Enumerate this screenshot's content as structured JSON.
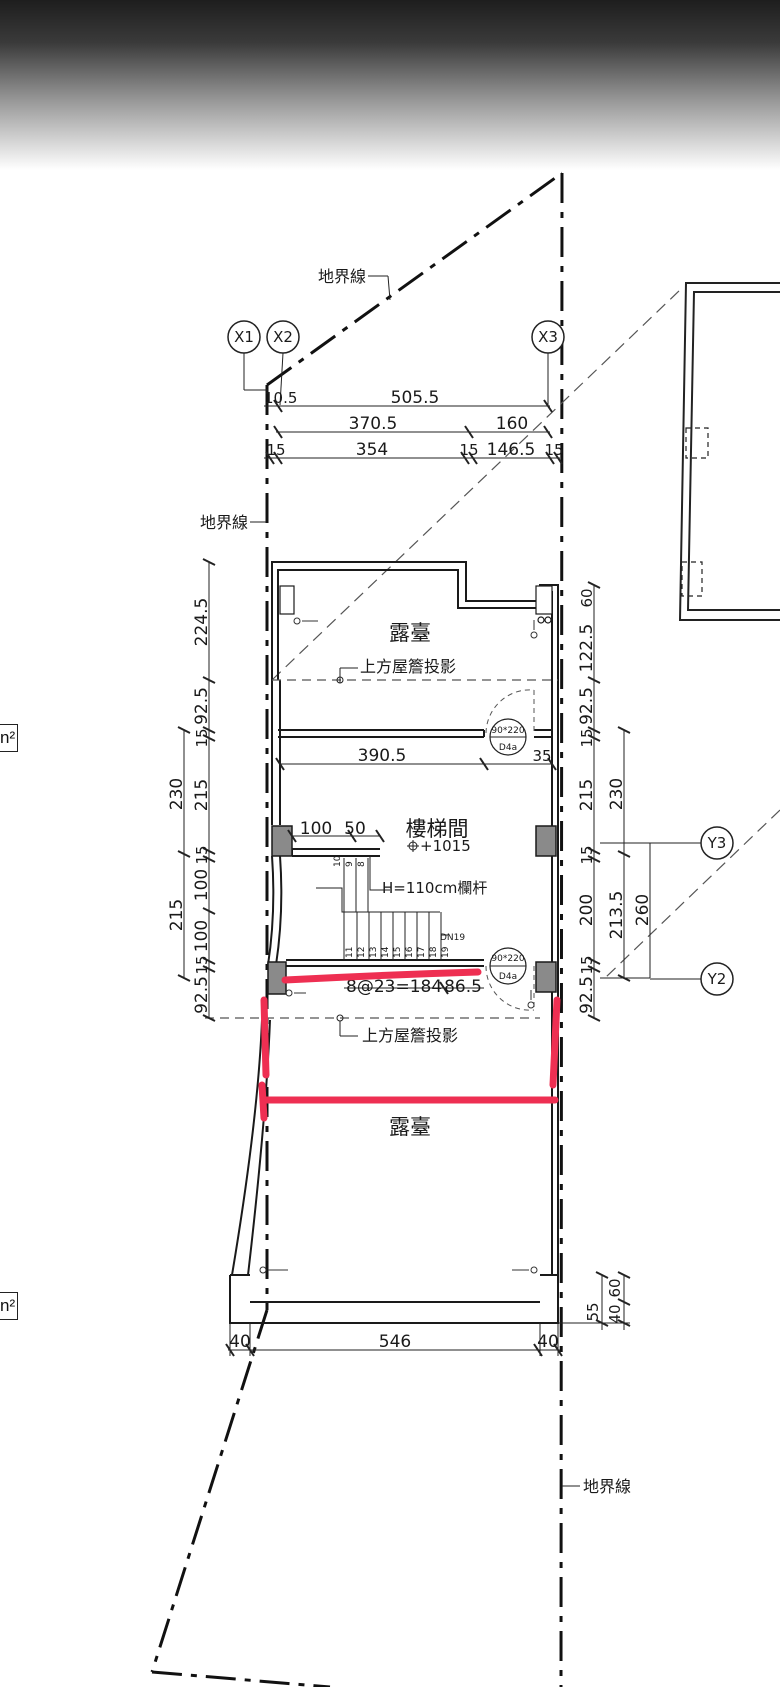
{
  "labels": {
    "boundary_line": "地界線",
    "terrace": "露臺",
    "eave_projection": "上方屋簷投影",
    "stair_hall": "樓梯間",
    "stair_level": "+1015",
    "railing": "H=110cm欄杆",
    "stair_dn": "DN19",
    "stair_formula": "8@23=184",
    "door_size": "90*220",
    "door_type": "D4a",
    "edge_unit_a": "n²",
    "edge_unit_b": "n²"
  },
  "grid": {
    "x1": "X1",
    "x2": "X2",
    "x3": "X3",
    "y3": "Y3",
    "y2": "Y2"
  },
  "dims_top": {
    "row1_left": "10.5",
    "row1_total": "505.5",
    "row2_left": "370.5",
    "row2_right": "160",
    "row3_a": "15",
    "row3_b": "354",
    "row3_c": "15",
    "row3_d": "146.5",
    "row3_e": "15"
  },
  "dims_inner": {
    "d390": "390.5",
    "d35": "35",
    "d100": "100",
    "d50": "50",
    "d865": "86.5"
  },
  "dims_left": {
    "a2245": "224.5",
    "a15a": "15",
    "a925a": "92.5",
    "a215a": "215",
    "a15b": "15",
    "a100a": "100",
    "a100b": "100",
    "a15c": "15",
    "a925b": "92.5",
    "b230": "230",
    "b215": "215"
  },
  "dims_right": {
    "r60": "60",
    "r1225": "122.5",
    "r15a": "15",
    "r925a": "92.5",
    "r215": "215",
    "r15b": "15",
    "r200": "200",
    "r15c": "15",
    "r925b": "92.5",
    "r230": "230",
    "r2135": "213.5",
    "r260": "260"
  },
  "dims_bottom": {
    "b40a": "40",
    "b546": "546",
    "b40b": "40",
    "b55": "55",
    "b40c": "40",
    "b60": "60"
  },
  "stair_steps": [
    "10",
    "9",
    "8",
    "11",
    "12",
    "13",
    "14",
    "15",
    "16",
    "17",
    "18",
    "19"
  ],
  "colors": {
    "markup": "#ee2f52",
    "line": "#1a1a1a",
    "column": "#8a8a8a"
  }
}
